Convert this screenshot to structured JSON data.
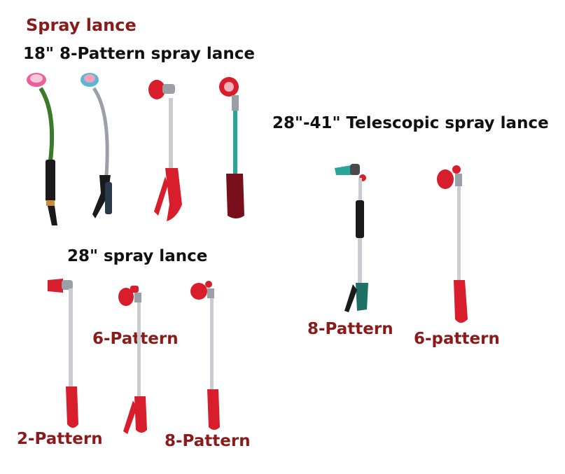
{
  "page": {
    "title": "Spray lance",
    "sections": {
      "short": {
        "heading": "18\" 8-Pattern spray lance"
      },
      "telescopic": {
        "heading": "28\"-41\" Telescopic spray lance",
        "labels": [
          "8-Pattern",
          "6-pattern"
        ]
      },
      "long": {
        "heading": "28\" spray lance",
        "labels": [
          "6-Pattern",
          "2-Pattern",
          "8-Pattern"
        ]
      }
    }
  },
  "colors": {
    "maroon_text": "#8b1a1a",
    "red": "#d81e2c",
    "dark_red": "#7a0f1c",
    "grey": "#9aa0a6",
    "teal": "#2aa59a",
    "green_tube": "#3a7a2a",
    "black": "#1a1a1a"
  }
}
